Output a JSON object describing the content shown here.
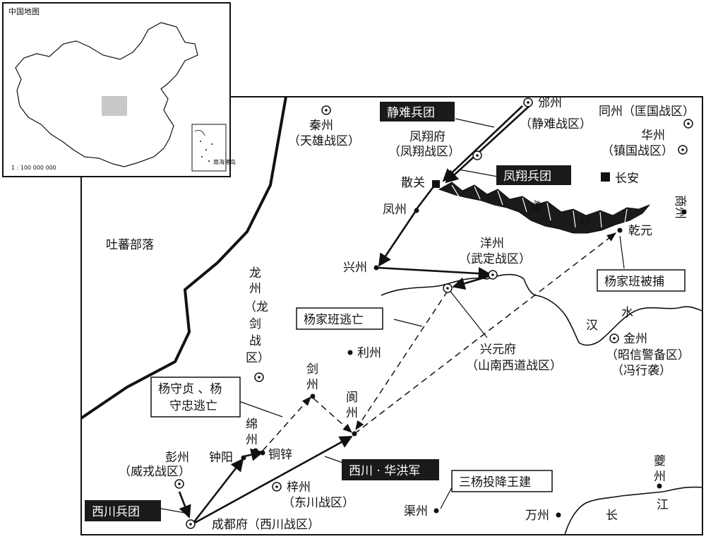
{
  "inset": {
    "title": "中国地图",
    "scale": "1 : 100 000 000",
    "sea_label": "南海诸岛"
  },
  "regions": {
    "tubo": "吐蕃部落"
  },
  "places": {
    "qinzhou": "秦州",
    "qinzhou_sub": "（天雄战区）",
    "binzhou": "邠州",
    "binzhou_sub": "（静难战区）",
    "tongzhou": "同州（匡国战区）",
    "huazhou": "华州",
    "huazhou_sub": "（镇国战区）",
    "fengxiang": "凤翔府",
    "fengxiang_sub": "（凤翔战区）",
    "sanguan": "散关",
    "changan": "长安",
    "shangzhou": "商州",
    "fengzhou": "凤州",
    "qianyuan": "乾元",
    "yangzhou": "洋州",
    "yangzhou_sub": "（武定战区）",
    "xingzhou": "兴州",
    "longzhou_chars": [
      "龙",
      "州",
      "（龙",
      "剑",
      "战",
      "区）"
    ],
    "xingyuan": "兴元府",
    "xingyuan_sub": "（山南西道战区）",
    "lizhou": "利州",
    "jinzhou": "金州",
    "jinzhou_sub": "（昭信警备区）",
    "jinzhou_sub2": "（冯行袭）",
    "jianzhou_chars": [
      "剑",
      "州"
    ],
    "langzhou_chars": [
      "阆",
      "州"
    ],
    "mianzhou_chars": [
      "绵",
      "州"
    ],
    "zhongyang": "钟阳",
    "tongchan": "铜锌",
    "pengzhou": "彭州",
    "pengzhou_sub": "（威戎战区）",
    "zizhou": "梓州",
    "zizhou_sub": "（东川战区）",
    "chengdu": "成都府（西川战区）",
    "quzhou": "渠州",
    "wanzhou": "万州",
    "kuizhou_chars": [
      "夔",
      "州"
    ]
  },
  "features": {
    "qinling": [
      "秦",
      "岭"
    ],
    "hanshui": [
      "汉",
      "水"
    ],
    "changjiang": [
      "长",
      "江"
    ]
  },
  "armies": {
    "jingnan": "静难兵团",
    "fengxiang": "凤翔兵团",
    "xichuan": "西川兵团",
    "huahongjun": "西川 · 华洪军"
  },
  "callouts": {
    "captured": "杨家班被捕",
    "escape": "杨家班逃亡",
    "shouzhen_line1": "杨守贞 、杨",
    "shouzhen_line2": "守忠逃亡",
    "surrender": "三杨投降王建"
  },
  "colors": {
    "ink": "#111111",
    "box_fill": "#1a1a1a",
    "highlight": "#c8c8c8"
  }
}
